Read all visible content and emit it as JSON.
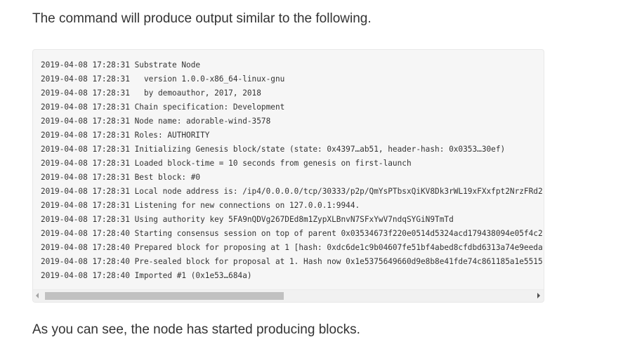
{
  "intro_text": "The command will produce output similar to the following.",
  "code_lines": [
    "2019-04-08 17:28:31 Substrate Node",
    "2019-04-08 17:28:31   version 1.0.0-x86_64-linux-gnu",
    "2019-04-08 17:28:31   by demoauthor, 2017, 2018",
    "2019-04-08 17:28:31 Chain specification: Development",
    "2019-04-08 17:28:31 Node name: adorable-wind-3578",
    "2019-04-08 17:28:31 Roles: AUTHORITY",
    "2019-04-08 17:28:31 Initializing Genesis block/state (state: 0x4397…ab51, header-hash: 0x0353…30ef)",
    "2019-04-08 17:28:31 Loaded block-time = 10 seconds from genesis on first-launch",
    "2019-04-08 17:28:31 Best block: #0",
    "2019-04-08 17:28:31 Local node address is: /ip4/0.0.0.0/tcp/30333/p2p/QmYsPTbsxQiKV8Dk3rWL19xFXxfpt2NrzFRd2",
    "2019-04-08 17:28:31 Listening for new connections on 127.0.0.1:9944.",
    "2019-04-08 17:28:31 Using authority key 5FA9nQDVg267DEd8m1ZypXLBnvN7SFxYwV7ndqSYGiN9TmTd",
    "2019-04-08 17:28:40 Starting consensus session on top of parent 0x03534673f220e0514d5324acd179438094e05f4c2",
    "2019-04-08 17:28:40 Prepared block for proposing at 1 [hash: 0xdc6de1c9b04607fe51bf4abed8cfdbd6313a74e9eeda",
    "2019-04-08 17:28:40 Pre-sealed block for proposal at 1. Hash now 0x1e5375649660d9e8b8e41fde74c861185a1e5515",
    "2019-04-08 17:28:40 Imported #1 (0x1e53…684a)"
  ],
  "outro_text": "As you can see, the node has started producing blocks.",
  "scrollbar": {
    "position": 0,
    "visible_fraction": 0.49
  }
}
